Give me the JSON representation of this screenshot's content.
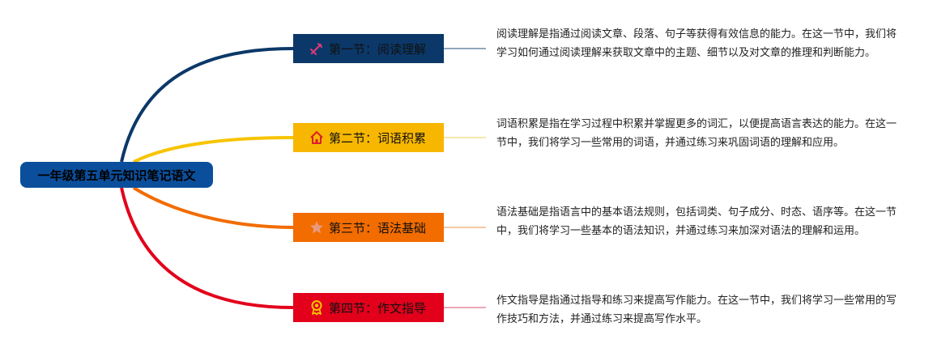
{
  "mindmap": {
    "root": {
      "label": "一年级第五单元知识笔记语文",
      "color": "#0b4f9c"
    },
    "sections": [
      {
        "label": "第一节：阅读理解",
        "color": "#0b3868",
        "branch_color": "#0b3868",
        "icon": "sword-icon",
        "description": "阅读理解是指通过阅读文章、段落、句子等获得有效信息的能力。在这一节中，我们将学习如何通过阅读理解来获取文章中的主题、细节以及对文章的推理和判断能力。"
      },
      {
        "label": "第二节：词语积累",
        "color": "#f7b700",
        "branch_color": "#f7c400",
        "icon": "home-icon",
        "description": "词语积累是指在学习过程中积累并掌握更多的词汇，以便提高语言表达的能力。在这一节中，我们将学习一些常用的词语，并通过练习来巩固词语的理解和应用。"
      },
      {
        "label": "第三节：语法基础",
        "color": "#f26c00",
        "branch_color": "#f26c00",
        "icon": "star-icon",
        "description": "语法基础是指语言中的基本语法规则，包括词类、句子成分、时态、语序等。在这一节中，我们将学习一些基本的语法知识，并通过练习来加深对语法的理解和运用。"
      },
      {
        "label": "第四节：作文指导",
        "color": "#e2001b",
        "branch_color": "#e2001b",
        "icon": "medal-icon",
        "description": "作文指导是指通过指导和练习来提高写作能力。在这一节中，我们将学习一些常用的写作技巧和方法，并通过练习来提高写作水平。"
      }
    ]
  }
}
